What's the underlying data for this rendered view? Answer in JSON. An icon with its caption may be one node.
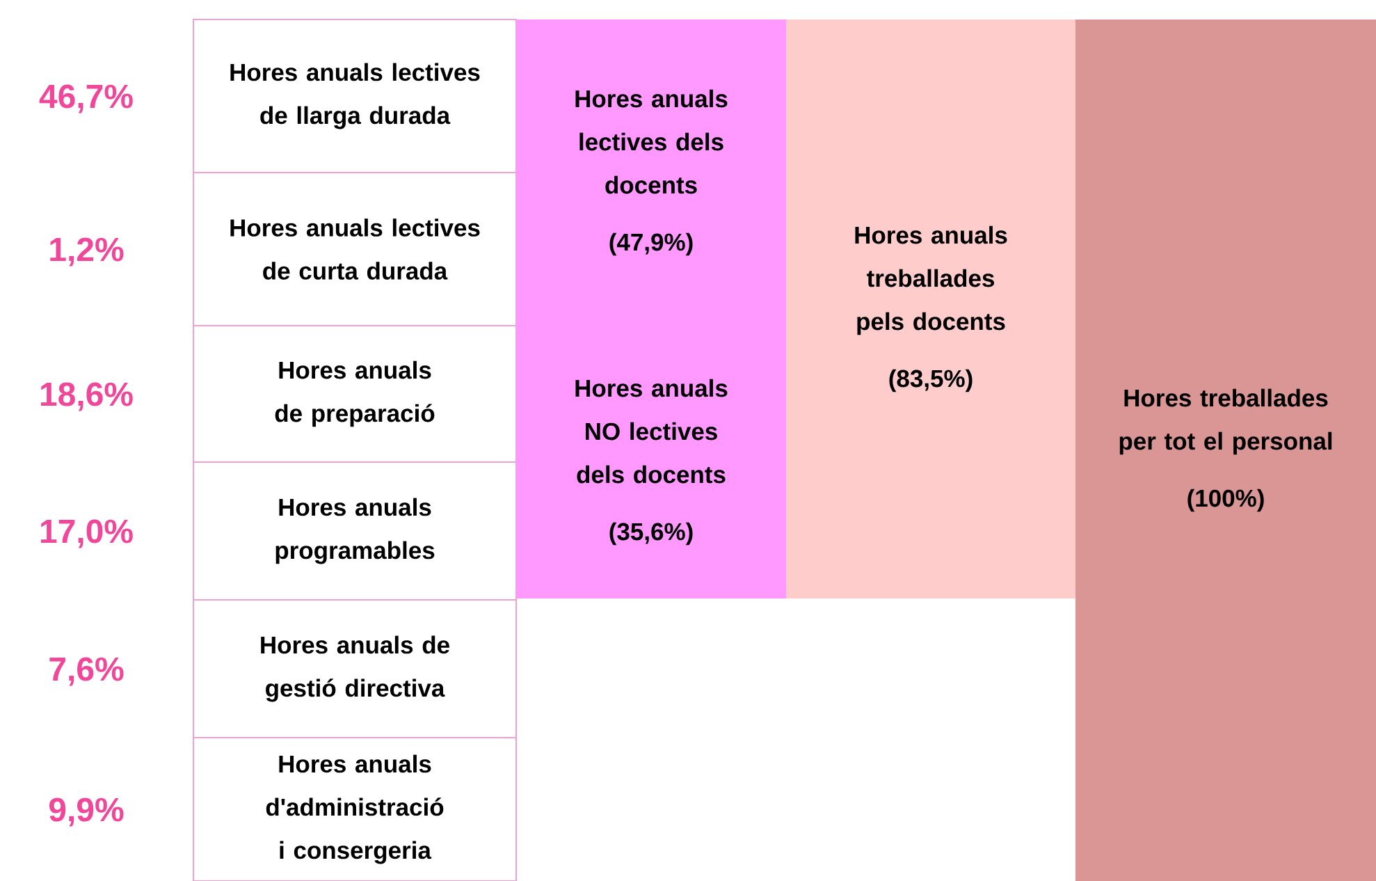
{
  "diagram": {
    "nodes": [
      {
        "text": [
          "Hores anuals lectives de llarga durada"
        ],
        "beside": [
          "46,7%"
        ]
      },
      {
        "text": [
          "Hores anuals lectives de curta durada"
        ],
        "beside": [
          "1,2%"
        ]
      },
      {
        "text": [
          "Hores anuals de preparació"
        ],
        "beside": [
          "18,6%"
        ]
      },
      {
        "text": [
          "Hores anuals programables"
        ],
        "beside": [
          "17,0%"
        ]
      },
      {
        "text": [
          "Hores anuals de gestió directiva"
        ],
        "beside": [
          "7,6%"
        ]
      },
      {
        "text": [
          "Hores anuals d'administració i consergeria"
        ],
        "beside": [
          "9,9%"
        ]
      },
      {
        "text": [
          "Hores anuals lectives dels docents",
          "(47,9%)"
        ]
      },
      {
        "text": [
          "Hores anuals NO lectives dels docents",
          "(35,6%)"
        ]
      },
      {
        "text": [
          "Hores anuals treballades pels docents",
          "(83,5%)"
        ]
      },
      {
        "text": [
          "Hores treballades per tot el personal",
          "(100%)"
        ]
      }
    ]
  }
}
